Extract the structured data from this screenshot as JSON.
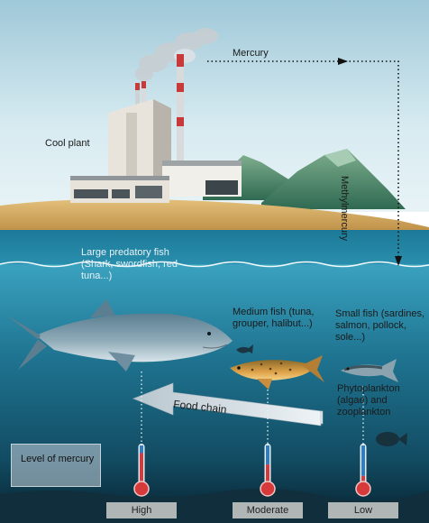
{
  "labels": {
    "plant": "Cool plant",
    "mercury": "Mercury",
    "methylmercury": "Methylmercury",
    "large_fish": "Large predatory fish (Shark, swordfish, red tuna...)",
    "medium_fish": "Medium fish (tuna, grouper, halibut...)",
    "small_fish": "Small fish (sardines, salmon, pollock, sole...)",
    "plankton": "Phytoplankton (algae) and zooplankton",
    "food_chain": "Food chain",
    "level_title": "Level of mercury"
  },
  "levels": [
    {
      "label": "High",
      "fill": 0.25
    },
    {
      "label": "Moderate",
      "fill": 0.55
    },
    {
      "label": "Low",
      "fill": 0.85
    }
  ],
  "colors": {
    "sky": "#cfe6ef",
    "sea": "#1d6e8a",
    "deep": "#0c3346",
    "sand": "#d9b26b",
    "mountain": "#4f8a6c",
    "thermo_red": "#d63a3a",
    "thermo_blue": "#2e7dc7"
  }
}
